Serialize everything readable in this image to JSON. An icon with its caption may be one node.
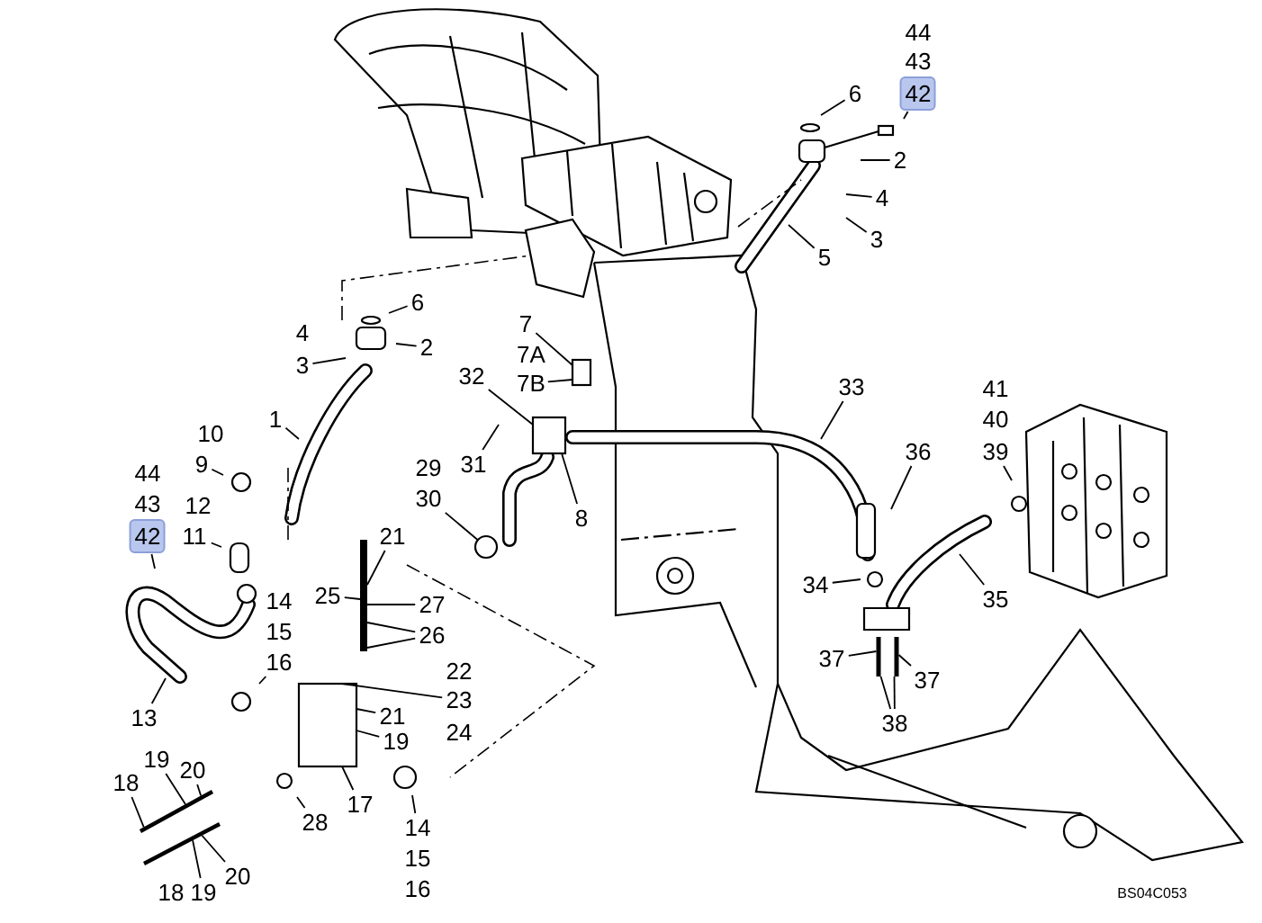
{
  "diagram": {
    "nodes": [
      {
        "text": [
          "6"
        ]
      },
      {
        "text": [
          "42"
        ]
      },
      {
        "text": [
          "2"
        ]
      },
      {
        "text": [
          "4"
        ]
      },
      {
        "text": [
          "3"
        ]
      },
      {
        "text": [
          "5"
        ]
      },
      {
        "text": [
          "6"
        ]
      },
      {
        "text": [
          "7"
        ]
      },
      {
        "text": [
          "2"
        ]
      },
      {
        "text": [
          "3"
        ]
      },
      {
        "text": [
          "32"
        ]
      },
      {
        "text": [
          "7B"
        ]
      },
      {
        "text": [
          "33"
        ]
      },
      {
        "text": [
          "1"
        ]
      },
      {
        "text": [
          "39"
        ]
      },
      {
        "text": [
          "36"
        ]
      },
      {
        "text": [
          "9"
        ]
      },
      {
        "text": [
          "31"
        ]
      },
      {
        "text": [
          "30"
        ]
      },
      {
        "text": [
          "8"
        ]
      },
      {
        "text": [
          "42"
        ]
      },
      {
        "text": [
          "11"
        ]
      },
      {
        "text": [
          "21"
        ]
      },
      {
        "text": [
          "34"
        ]
      },
      {
        "text": [
          "25"
        ]
      },
      {
        "text": [
          "35"
        ]
      },
      {
        "text": [
          "27"
        ]
      },
      {
        "text": [
          "26"
        ]
      },
      {
        "text": [
          "16"
        ]
      },
      {
        "text": [
          "37"
        ]
      },
      {
        "text": [
          "37"
        ]
      },
      {
        "text": [
          "23"
        ]
      },
      {
        "text": [
          "13"
        ]
      },
      {
        "text": [
          "21"
        ]
      },
      {
        "text": [
          "38"
        ]
      },
      {
        "text": [
          "19"
        ]
      },
      {
        "text": [
          "19"
        ]
      },
      {
        "text": [
          "20"
        ]
      },
      {
        "text": [
          "18"
        ]
      },
      {
        "text": [
          "17"
        ]
      },
      {
        "text": [
          "28"
        ]
      },
      {
        "text": [
          "14"
        ]
      },
      {
        "text": [
          "20"
        ]
      },
      {
        "text": [
          "19"
        ]
      },
      {
        "text": [],
        "shape": "bar"
      },
      {
        "text": [],
        "shape": "bar"
      },
      {
        "text": [],
        "shape": "box"
      },
      {
        "text": [],
        "shape": "bar"
      },
      {
        "text": [],
        "shape": "circle"
      },
      {
        "text": [],
        "shape": "box"
      },
      {
        "text": [],
        "shape": "box"
      },
      {
        "text": [],
        "shape": "bar"
      },
      {
        "text": [],
        "shape": "bar"
      }
    ],
    "edges": [
      {
        "from": 0,
        "to": null,
        "arrow": "none"
      },
      {
        "from": 1,
        "to": null,
        "arrow": "none"
      },
      {
        "from": 2,
        "to": null,
        "arrow": "none"
      },
      {
        "from": 3,
        "to": null,
        "arrow": "none"
      },
      {
        "from": 4,
        "to": null,
        "arrow": "none"
      },
      {
        "from": 5,
        "to": null,
        "arrow": "none"
      },
      {
        "from": 6,
        "to": null,
        "arrow": "none"
      },
      {
        "from": 7,
        "to": 50,
        "arrow": "none"
      },
      {
        "from": 8,
        "to": null,
        "arrow": "none"
      },
      {
        "from": 9,
        "to": null,
        "arrow": "none"
      },
      {
        "from": 10,
        "to": 49,
        "arrow": "none"
      },
      {
        "from": 11,
        "to": 50,
        "arrow": "none"
      },
      {
        "from": 12,
        "to": null,
        "arrow": "none"
      },
      {
        "from": 13,
        "to": null,
        "arrow": "none"
      },
      {
        "from": 14,
        "to": null,
        "arrow": "none"
      },
      {
        "from": 15,
        "to": null,
        "arrow": "none"
      },
      {
        "from": 16,
        "to": null,
        "arrow": "none"
      },
      {
        "from": 17,
        "to": null,
        "arrow": "none"
      },
      {
        "from": 18,
        "to": 48,
        "arrow": "none"
      },
      {
        "from": 19,
        "to": 49,
        "arrow": "none"
      },
      {
        "from": 20,
        "to": null,
        "arrow": "none"
      },
      {
        "from": 21,
        "to": null,
        "arrow": "none"
      },
      {
        "from": 22,
        "to": 47,
        "arrow": "none"
      },
      {
        "from": 23,
        "to": null,
        "arrow": "none"
      },
      {
        "from": 24,
        "to": 47,
        "arrow": "none"
      },
      {
        "from": 25,
        "to": null,
        "arrow": "none"
      },
      {
        "from": 26,
        "to": 47,
        "arrow": "none"
      },
      {
        "from": 27,
        "to": 47,
        "arrow": "none"
      },
      {
        "from": 27,
        "to": 47,
        "arrow": "none"
      },
      {
        "from": 28,
        "to": null,
        "arrow": "none"
      },
      {
        "from": 29,
        "to": 51,
        "arrow": "none"
      },
      {
        "from": 30,
        "to": 52,
        "arrow": "none"
      },
      {
        "from": 31,
        "to": 46,
        "arrow": "none"
      },
      {
        "from": 32,
        "to": null,
        "arrow": "none"
      },
      {
        "from": 33,
        "to": 46,
        "arrow": "none"
      },
      {
        "from": 34,
        "to": 51,
        "arrow": "none"
      },
      {
        "from": 34,
        "to": 52,
        "arrow": "none"
      },
      {
        "from": 35,
        "to": 46,
        "arrow": "none"
      },
      {
        "from": 36,
        "to": 44,
        "arrow": "none"
      },
      {
        "from": 37,
        "to": 44,
        "arrow": "none"
      },
      {
        "from": 38,
        "to": 44,
        "arrow": "none"
      },
      {
        "from": 39,
        "to": 46,
        "arrow": "none"
      },
      {
        "from": 40,
        "to": null,
        "arrow": "none"
      },
      {
        "from": 41,
        "to": null,
        "arrow": "none"
      },
      {
        "from": 42,
        "to": 45,
        "arrow": "none"
      },
      {
        "from": 43,
        "to": 45,
        "arrow": "none"
      }
    ],
    "labels": [
      "44",
      "43",
      "4",
      "7A",
      "41",
      "40",
      "10",
      "29",
      "44",
      "43",
      "12",
      "14",
      "15",
      "22",
      "24",
      "15",
      "16",
      "18",
      "BS04C053"
    ]
  }
}
